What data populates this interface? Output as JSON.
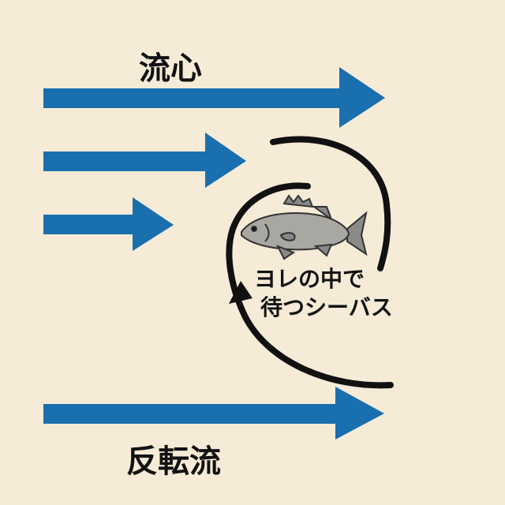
{
  "labels": {
    "main_current": "流心",
    "reverse_current": "反転流",
    "eddy_line1": "ヨレの中で",
    "eddy_line2": "待つシーバス"
  },
  "colors": {
    "background": "#f5ebd7",
    "arrow": "#1a6fae",
    "eddy": "#111111",
    "fish": "#9a9a96"
  }
}
